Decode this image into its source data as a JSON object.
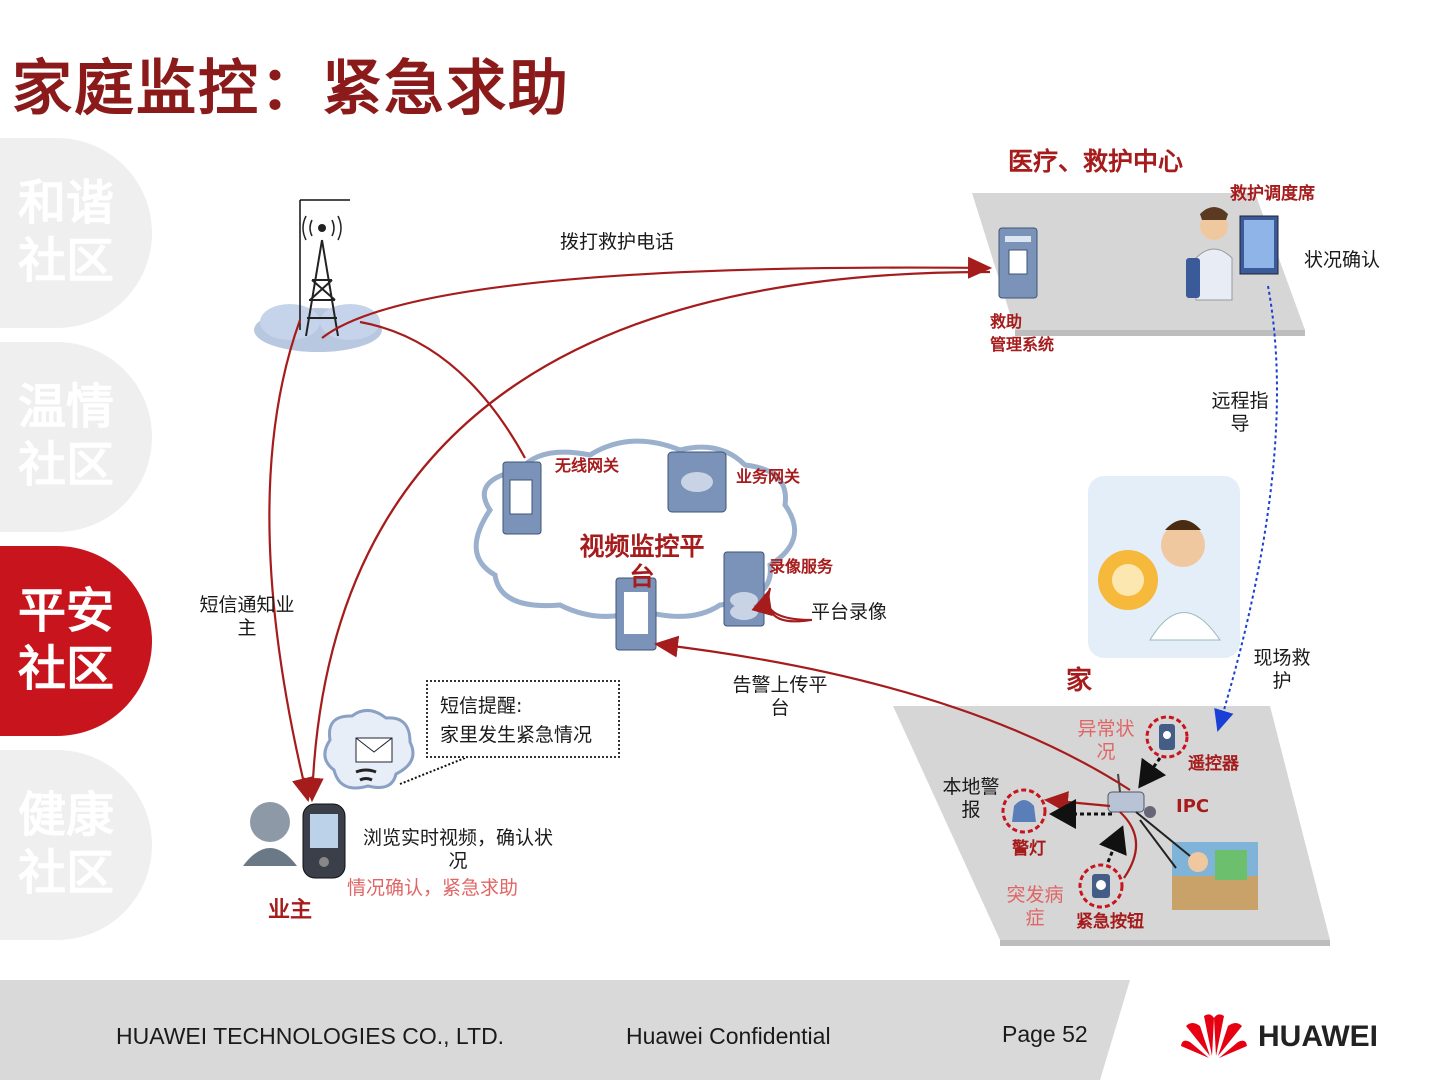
{
  "title": "家庭监控：紧急求助",
  "side_tabs": [
    {
      "label": "和谐\n社区",
      "active": false
    },
    {
      "label": "温情\n社区",
      "active": false
    },
    {
      "label": "平安\n社区",
      "active": true
    },
    {
      "label": "健康\n社区",
      "active": false
    }
  ],
  "diagram": {
    "medical_center": "医疗、救护中心",
    "dispatch_seat": "救护调度席",
    "status_confirm": "状况确认",
    "rescue_system": "救助\n管理系统",
    "call_rescue": "拨打救护电话",
    "remote_guide": "远程指\n导",
    "onsite_rescue": "现场救\n护",
    "wireless_gw": "无线网关",
    "service_gw": "业务网关",
    "video_platform": "视频监控平\n台",
    "recording_service": "录像服务",
    "platform_recording": "平台录像",
    "sms_notify": "短信通知业\n主",
    "sms_reminder_line1": "短信提醒:",
    "sms_reminder_line2": "家里发生紧急情况",
    "alarm_upload": "告警上传平\n台",
    "home": "家",
    "abnormal": "异常状\n况",
    "remote_control": "遥控器",
    "local_alarm": "本地警\n报",
    "ipc": "IPC",
    "alarm_light": "警灯",
    "sudden_illness": "突发病\n症",
    "emergency_button": "紧急按钮",
    "browse_video": "浏览实时视频，确认状\n况",
    "confirm_help": "情况确认，紧急求助",
    "owner": "业主"
  },
  "footer": {
    "company": "HUAWEI TECHNOLOGIES CO., LTD.",
    "confidential": "Huawei Confidential",
    "page": "Page 52",
    "logo_text": "HUAWEI"
  },
  "colors": {
    "brand_red": "#c8141d",
    "title_red": "#8b1a1a",
    "arrow_red": "#a61c1c",
    "guide_blue": "#1a3fd6"
  }
}
